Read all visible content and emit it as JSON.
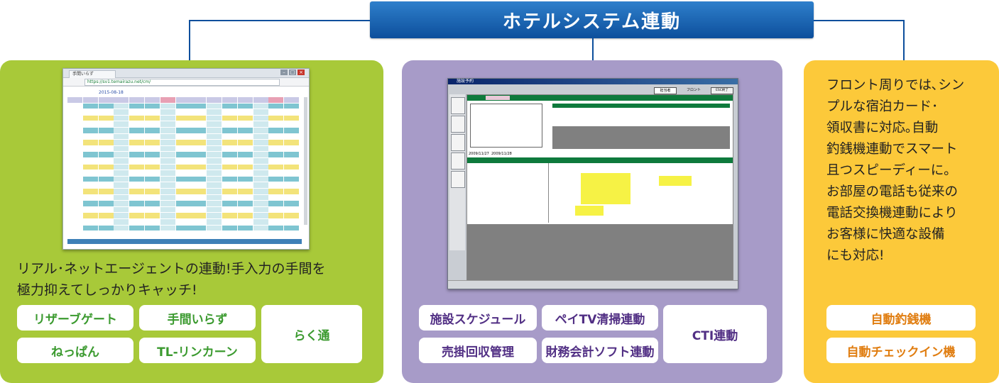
{
  "header": {
    "title": "ホテルシステム連動"
  },
  "colors": {
    "title_blue": "#0d4f9c",
    "green_panel": "#a8c939",
    "purple_panel": "#a79bc8",
    "yellow_panel": "#fcc93a",
    "green_text": "#3b9a2f",
    "purple_text": "#512f84",
    "orange_text": "#e07d10"
  },
  "green_panel": {
    "screenshot": {
      "tab_label": "手間いらず",
      "url": "https://sv1.temairazu.net/cm/",
      "date": "2015-08-18"
    },
    "description_lines": [
      "リアル･ネットエージェントの連動!手入力の手間を",
      "極力抑えてしっかりキャッチ!"
    ],
    "buttons": [
      "リザーブゲート",
      "手間いらず",
      "らく通",
      "ねっぱん",
      "TL-リンカーン"
    ]
  },
  "purple_panel": {
    "screenshot": {
      "window_title": "施設予約",
      "staff_label": "担当者",
      "front_label": "フロント",
      "close_label": "ESC終了",
      "date1": "2009/11/27",
      "date2": "2009/11/28"
    },
    "buttons": [
      "施設スケジュール",
      "ペイTV清掃連動",
      "CTI連動",
      "売掛回収管理",
      "財務会計ソフト連動"
    ]
  },
  "yellow_panel": {
    "description_lines": [
      "フロント周りでは､シン",
      "プルな宿泊カード･",
      "領収書に対応｡自動",
      "釣銭機連動でスマート",
      "且つスピーディーに｡",
      "お部屋の電話も従来の",
      "電話交換機連動により",
      "お客様に快適な設備",
      "にも対応!"
    ],
    "buttons": [
      "自動釣銭機",
      "自動チェックイン機"
    ]
  }
}
